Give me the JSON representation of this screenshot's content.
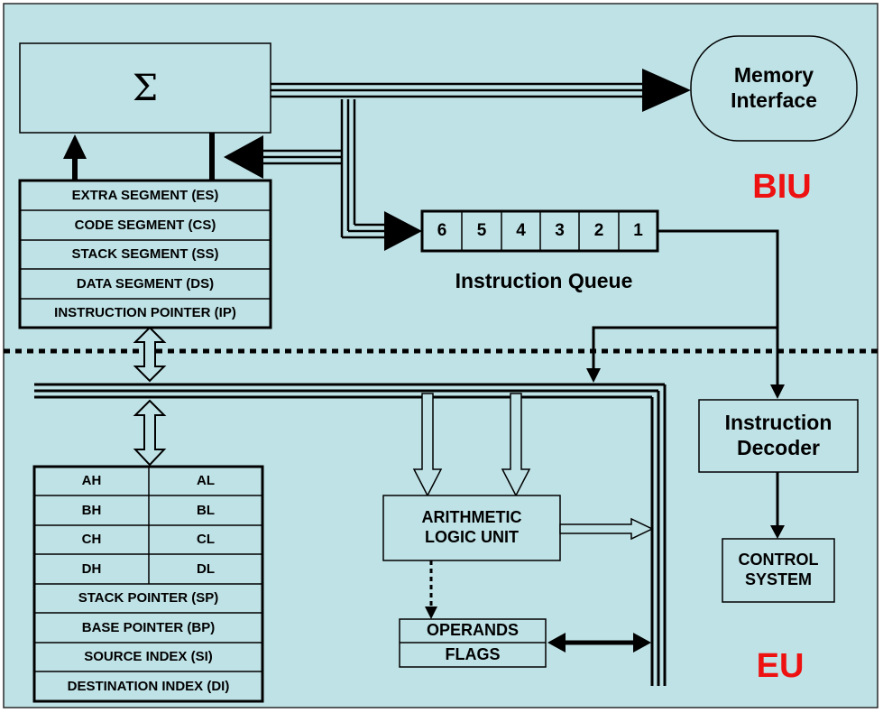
{
  "diagram": {
    "adder_symbol": "Σ",
    "memory_interface": "Memory Interface",
    "biu_label": "BIU",
    "eu_label": "EU",
    "segment_registers": [
      "EXTRA SEGMENT (ES)",
      "CODE SEGMENT (CS)",
      "STACK SEGMENT (SS)",
      "DATA SEGMENT (DS)",
      "INSTRUCTION POINTER (IP)"
    ],
    "instruction_queue": {
      "cells": [
        "6",
        "5",
        "4",
        "3",
        "2",
        "1"
      ],
      "label": "Instruction Queue"
    },
    "general_registers": {
      "pairs": [
        [
          "AH",
          "AL"
        ],
        [
          "BH",
          "BL"
        ],
        [
          "CH",
          "CL"
        ],
        [
          "DH",
          "DL"
        ]
      ],
      "others": [
        "STACK POINTER (SP)",
        "BASE POINTER (BP)",
        "SOURCE INDEX (SI)",
        "DESTINATION INDEX (DI)"
      ]
    },
    "alu": "ARITHMETIC LOGIC UNIT",
    "operands": "OPERANDS",
    "flags": "FLAGS",
    "instruction_decoder": "Instruction Decoder",
    "control_system": "CONTROL SYSTEM"
  },
  "colors": {
    "background": "#bfe2e6",
    "border": "#2b2b2b",
    "lines": "#000000",
    "unit_labels": "#ee1111"
  }
}
